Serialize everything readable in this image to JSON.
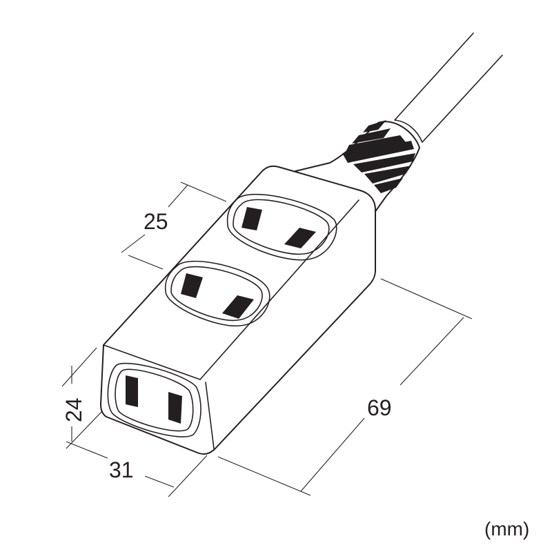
{
  "dimensions": {
    "outlet_pitch": "25",
    "length": "69",
    "height": "24",
    "width": "31"
  },
  "unit_label": "(mm)"
}
